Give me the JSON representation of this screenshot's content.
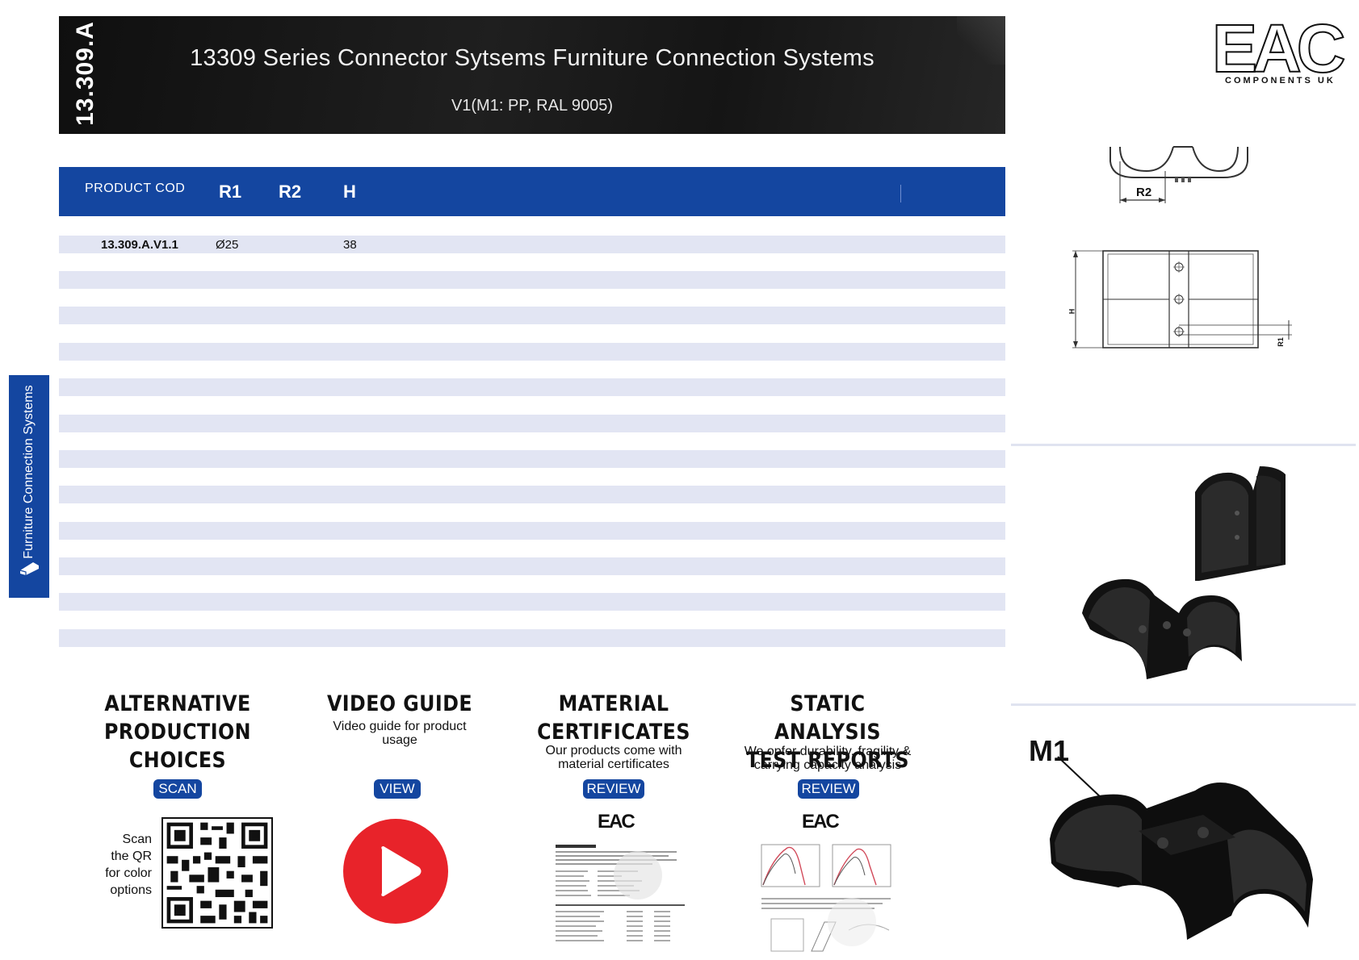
{
  "header": {
    "series_code": "13.309.A",
    "title": "13309 Series Connector Sytsems Furniture Connection Systems",
    "subtitle": "V1(M1: PP, RAL 9005)"
  },
  "logo": {
    "text": "EAC",
    "subtext": "COMPONENTS UK"
  },
  "table": {
    "headers": [
      "PRODUCT COD",
      "R1",
      "R2",
      "H"
    ],
    "rows": [
      {
        "code": "13.309.A.V1.1",
        "r1": "Ø25",
        "r2": "",
        "h": "38"
      }
    ]
  },
  "side_tab": {
    "label": "Furniture Connection Systems"
  },
  "drawing": {
    "r2_label": "R2",
    "h_label": "H",
    "r1_label": "R1"
  },
  "material_label": "M1",
  "sections": {
    "alternative": {
      "title_lines": [
        "ALTERNATIVE",
        "PRODUCTION",
        "CHOICES"
      ],
      "button": "SCAN",
      "qr_caption_lines": [
        "Scan",
        "the QR",
        "for color",
        "options"
      ]
    },
    "video": {
      "title_lines": [
        "VIDEO GUIDE"
      ],
      "desc_lines": [
        "Video guide for product",
        "usage"
      ],
      "button": "VIEW"
    },
    "certificates": {
      "title_lines": [
        "MATERIAL",
        "CERTIFICATES"
      ],
      "desc_lines": [
        "Our products come with",
        "material certificates"
      ],
      "button": "REVIEW",
      "doc_logo": "EAC"
    },
    "static": {
      "title_lines": [
        "STATIC ANALYSIS",
        "TEST REPORTS"
      ],
      "desc_lines": [
        "We opfer durability, fragility &",
        "carrying capacity analysis"
      ],
      "button": "REVIEW",
      "doc_logo": "EAC"
    }
  },
  "colors": {
    "brand_blue": "#1446a0",
    "stripe": "#e2e5f3",
    "play_red": "#e8232a"
  }
}
